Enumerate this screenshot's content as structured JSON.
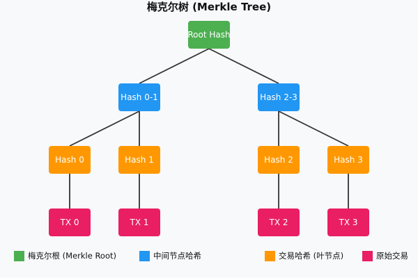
{
  "title": "梅克尔树 (Merkle Tree)",
  "nodes": {
    "root": "Root Hash",
    "hash01": "Hash 0-1",
    "hash23": "Hash 2-3",
    "hash0": "Hash 0",
    "hash1": "Hash 1",
    "hash2": "Hash 2",
    "hash3": "Hash 3",
    "tx0": "TX 0",
    "tx1": "TX 1",
    "tx2": "TX 2",
    "tx3": "TX 3"
  },
  "legend": [
    {
      "label": "梅克尔根 (Merkle Root)",
      "color": "#4caf50"
    },
    {
      "label": "中间节点哈希",
      "color": "#2196f3"
    },
    {
      "label": "交易哈希 (叶节点)",
      "color": "#ff9800"
    },
    {
      "label": "原始交易",
      "color": "#e91e63"
    }
  ],
  "colors": {
    "root": "#4caf50",
    "intermediate": "#2196f3",
    "leaf": "#ff9800",
    "transaction": "#e91e63",
    "edge": "#333333"
  }
}
